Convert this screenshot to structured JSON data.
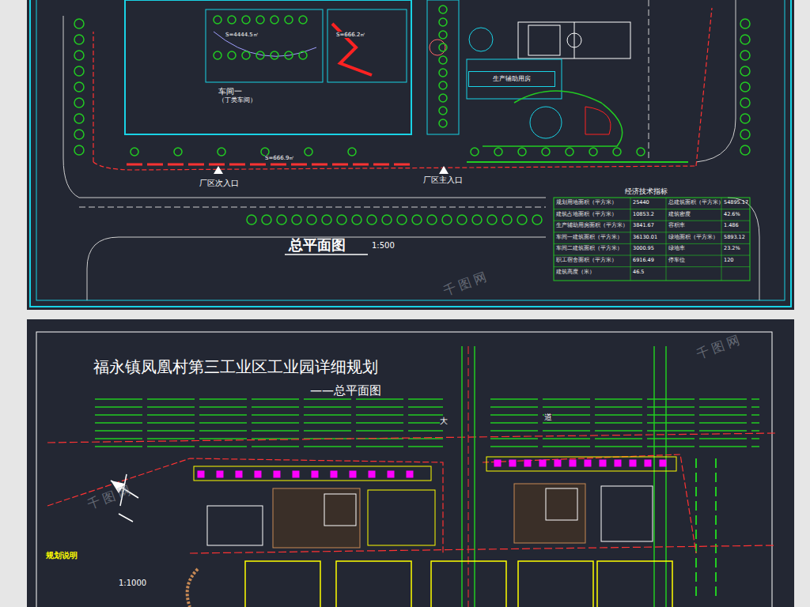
{
  "diagram": {
    "title": "福永镇凤凰村第三工业区工业园详细规划",
    "nodes": [
      {
        "text": [
          "车间一",
          "（丁类车间）"
        ]
      },
      {
        "text": [
          "生产辅助用房"
        ]
      }
    ],
    "labels": [
      "总平面图",
      "1:500",
      "厂区次入口",
      "厂区主入口",
      "经济技术指标",
      "规划用地面积（平方米）",
      "25440",
      "总建筑面积（平方米）",
      "54895.17",
      "建筑占地面积（平方米）",
      "10853.2",
      "建筑密度",
      "42.6%",
      "生产辅助用房面积（平方米）",
      "3841.67",
      "容积率",
      "1.486",
      "车间一建筑面积（平方米）",
      "36130.01",
      "绿地面积（平方米）",
      "5893.12",
      "车间二建筑面积（平方米）",
      "3000.95",
      "绿地率",
      "23.2%",
      "职工宿舍面积（平方米）",
      "6916.49",
      "停车位",
      "120",
      "建筑高度（米）",
      "46.5",
      "S=4444.5㎡",
      "S=666.2㎡",
      "S=666.9㎡",
      "——总平面图",
      "1:1000",
      "规划说明",
      "大",
      "道",
      "千图网",
      "千图网",
      "千图网"
    ]
  }
}
